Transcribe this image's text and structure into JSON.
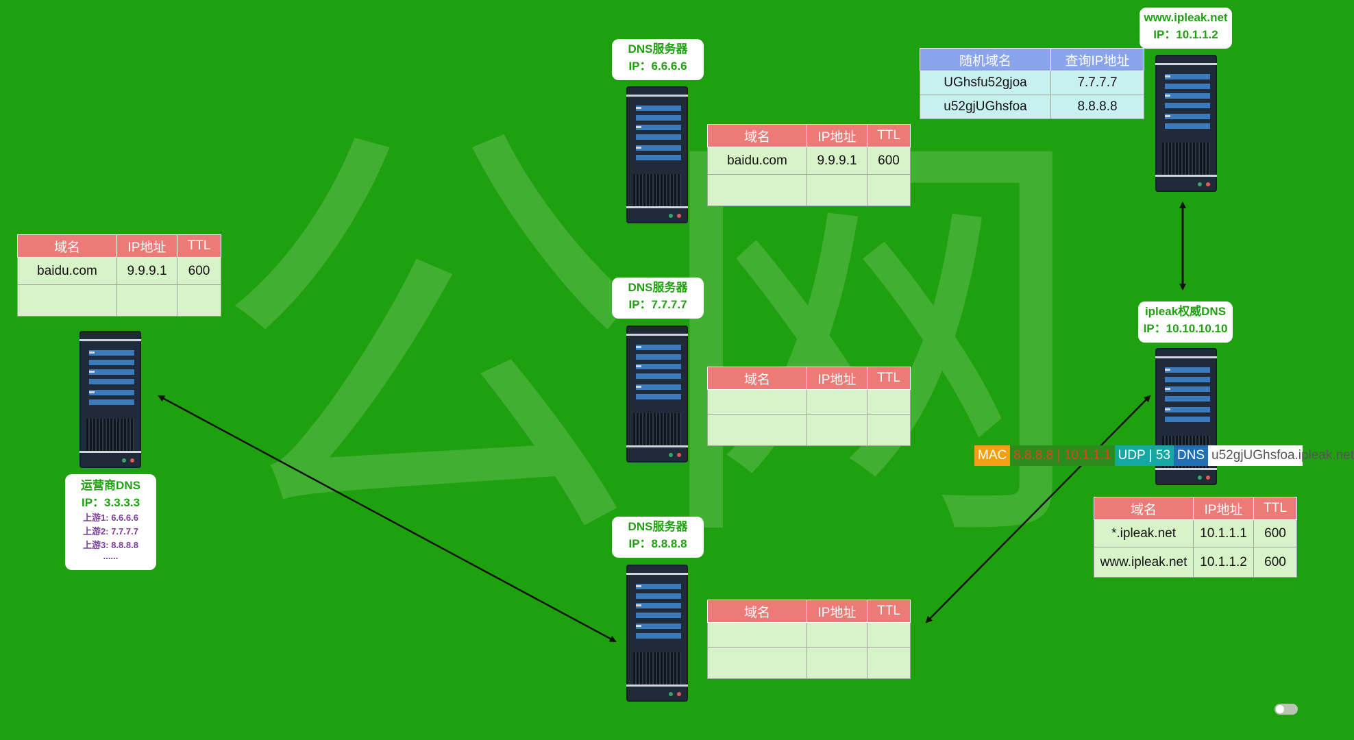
{
  "watermark_text": "公网",
  "colors": {
    "background": "#1fa10f",
    "table_header": "#ec7a76",
    "table_cell": "#d9f3c8",
    "blue_header": "#8aa4ec",
    "blue_cell": "#c7f1ef",
    "label_text": "#1fa10f",
    "upstream_text": "#7a3d9a"
  },
  "isp_dns": {
    "title": "运营商DNS",
    "ip": "IP：3.3.3.3",
    "upstream": [
      "上游1: 6.6.6.6",
      "上游2: 7.7.7.7",
      "上游3: 8.8.8.8"
    ],
    "ellipsis": "......"
  },
  "dns_6": {
    "title": "DNS服务器",
    "ip": "IP：6.6.6.6"
  },
  "dns_7": {
    "title": "DNS服务器",
    "ip": "IP：7.7.7.7"
  },
  "dns_8": {
    "title": "DNS服务器",
    "ip": "IP：8.8.8.8"
  },
  "web_server": {
    "title": "www.ipleak.net",
    "ip": "IP：10.1.1.2"
  },
  "auth_dns": {
    "title": "ipleak权威DNS",
    "ip": "IP：10.10.10.10"
  },
  "cache_headers": [
    "域名",
    "IP地址",
    "TTL"
  ],
  "isp_cache": [
    [
      "baidu.com",
      "9.9.9.1",
      "600"
    ],
    [
      "",
      "",
      ""
    ]
  ],
  "dns6_cache": [
    [
      "baidu.com",
      "9.9.9.1",
      "600"
    ],
    [
      "",
      "",
      ""
    ]
  ],
  "dns7_cache": [
    [
      "",
      "",
      ""
    ],
    [
      "",
      "",
      ""
    ]
  ],
  "dns8_cache": [
    [
      "",
      "",
      ""
    ],
    [
      "",
      "",
      ""
    ]
  ],
  "auth_records": [
    [
      "*.ipleak.net",
      "10.1.1.1",
      "600"
    ],
    [
      "www.ipleak.net",
      "10.1.1.2",
      "600"
    ]
  ],
  "random_headers": [
    "随机域名",
    "查询IP地址"
  ],
  "random_rows": [
    [
      "UGhsfu52gjoa",
      "7.7.7.7"
    ],
    [
      "u52gjUGhsfoa",
      "8.8.8.8"
    ]
  ],
  "packet": {
    "mac": "MAC",
    "ips": "8.8.8.8 | 10.1.1.1",
    "udp": "UDP | 53",
    "dns": "DNS",
    "query": "u52gjUGhsfoa.ipleak.net"
  }
}
